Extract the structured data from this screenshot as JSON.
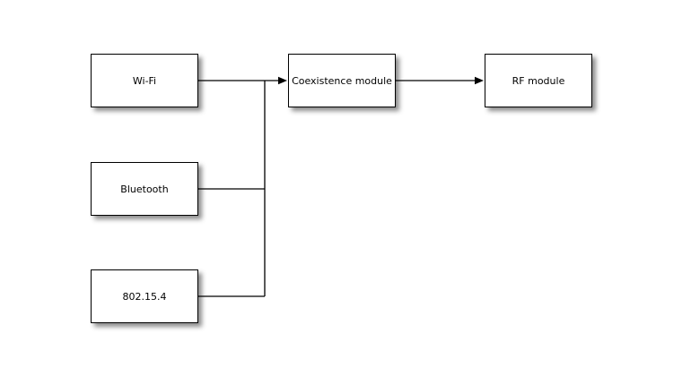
{
  "diagram": {
    "background_color": "#ffffff",
    "box_fill_color": "#ffffff",
    "box_border_color": "#000000",
    "line_color": "#000000",
    "shadow_color": "#999999",
    "nodes": [
      {
        "id": "wifi",
        "label": "Wi-Fi"
      },
      {
        "id": "bluetooth",
        "label": "Bluetooth"
      },
      {
        "id": "802154",
        "label": "802.15.4"
      },
      {
        "id": "coexistence",
        "label": "Coexistence module"
      },
      {
        "id": "rf",
        "label": "RF module"
      }
    ],
    "edges": [
      {
        "from": "wifi",
        "to": "coexistence",
        "arrowhead": true
      },
      {
        "from": "bluetooth",
        "to": "coexistence",
        "arrowhead": true,
        "via": "shared-trunk"
      },
      {
        "from": "802154",
        "to": "coexistence",
        "arrowhead": true,
        "via": "shared-trunk"
      },
      {
        "from": "coexistence",
        "to": "rf",
        "arrowhead": true
      }
    ]
  }
}
